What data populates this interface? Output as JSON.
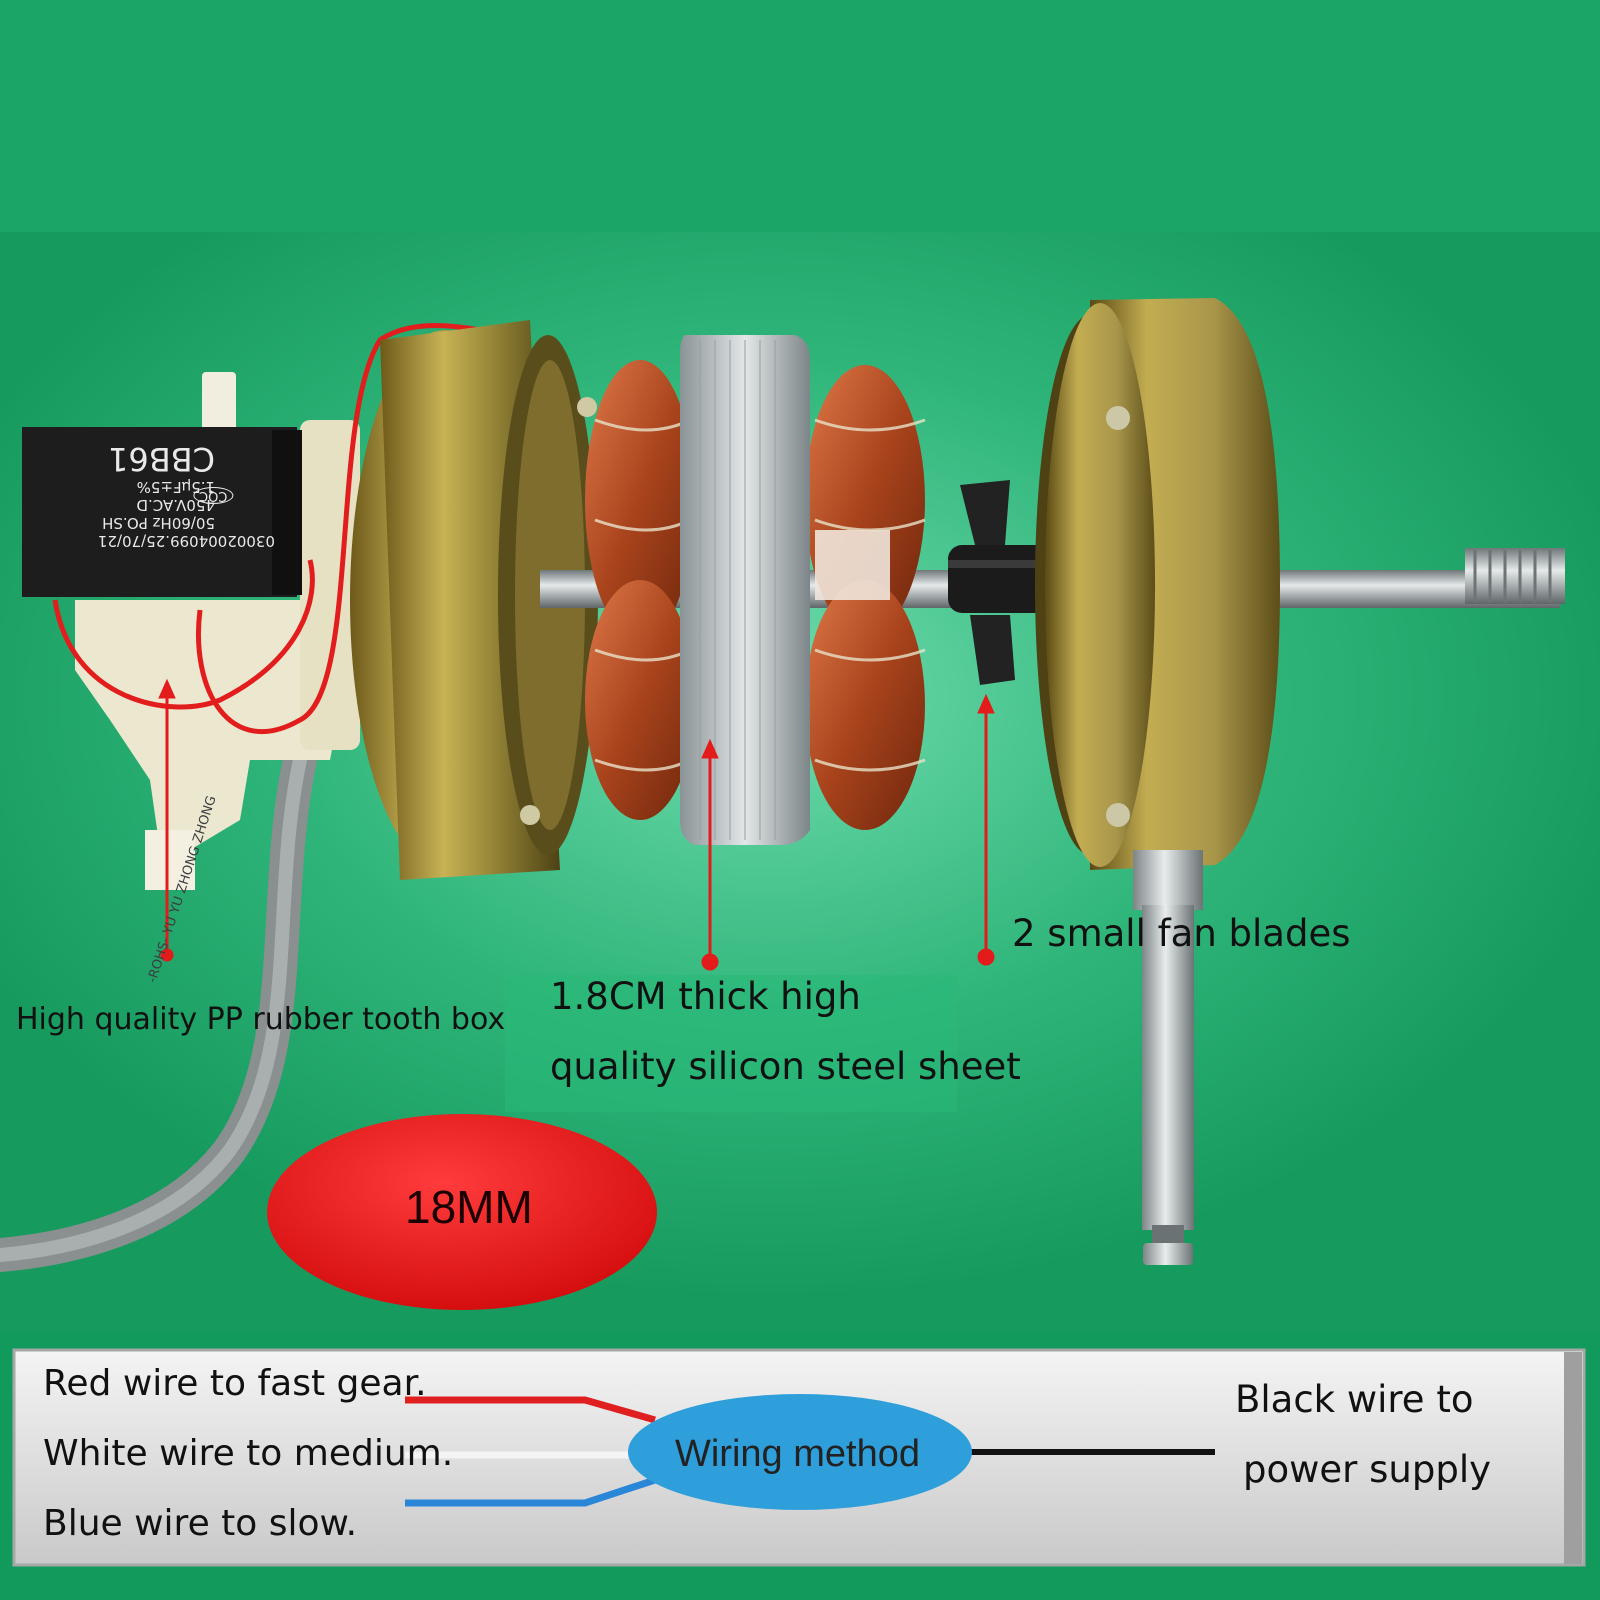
{
  "colors": {
    "background_top": "#1fa76a",
    "background_light": "#5fd4a0",
    "oval_red": "#ea1c1c",
    "oval_blue": "#2e9fdb",
    "wire_red": "#e02020",
    "wire_blue": "#2a86d6",
    "wire_black": "#111111"
  },
  "annotations": {
    "gearbox": "High quality PP rubber tooth box",
    "steel_line1": "1.8CM thick high",
    "steel_line2": "quality silicon steel sheet",
    "blades": "2 small fan blades",
    "size_badge": "18MM"
  },
  "capacitor": {
    "model": "CBB61",
    "line1": "1.5μF±5%",
    "line2": "450V.AC.D",
    "line3": "50/60Hz PO.SH",
    "line4": "03002004099.25/70/21",
    "mark": "CQC"
  },
  "cable_print": "-ROHS- YU YU ZHONG ZHONG",
  "wiring": {
    "red": "Red wire to fast gear.",
    "white": "White wire to medium.",
    "blue": "Blue wire to slow.",
    "center": "Wiring method",
    "black_line1": "Black wire to",
    "black_line2": "power supply"
  }
}
